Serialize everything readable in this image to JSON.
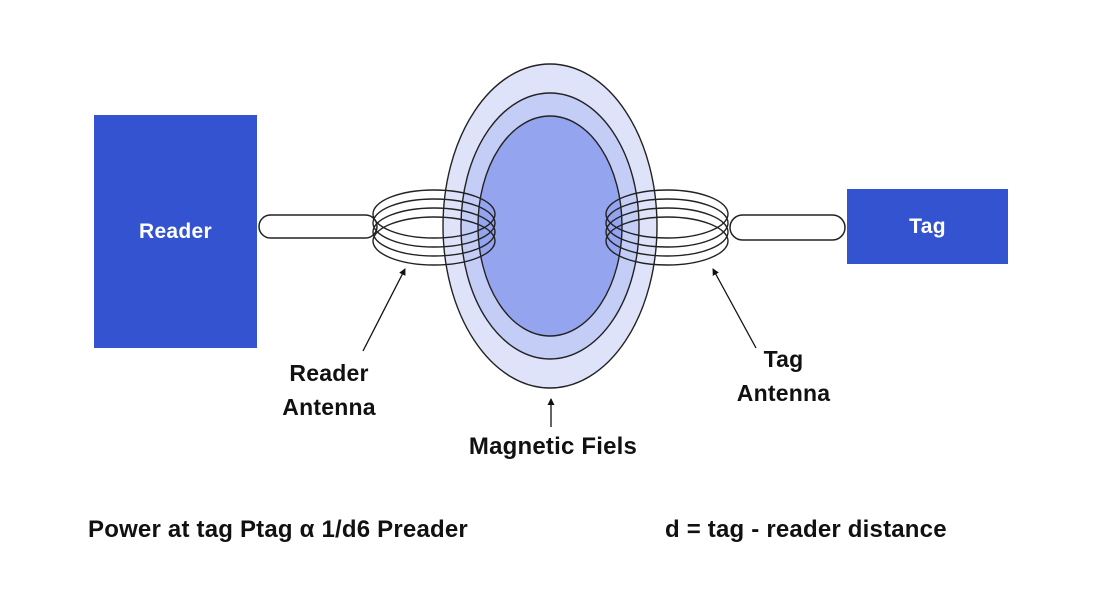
{
  "diagram": {
    "reader_box_label": "Reader",
    "tag_box_label": "Tag",
    "reader_antenna_label_line1": "Reader",
    "reader_antenna_label_line2": "Antenna",
    "tag_antenna_label_line1": "Tag",
    "tag_antenna_label_line2": "Antenna",
    "magnetic_field_label": "Magnetic Fiels"
  },
  "footer": {
    "power_formula": "Power at tag Ptag α 1/d6 Preader",
    "distance_definition": "d = tag - reader distance"
  },
  "colors": {
    "box_blue": "#3453d1",
    "field_outer": "#dee3fa",
    "field_middle": "#c3cdf6",
    "field_inner": "#94a4ee",
    "stroke_dark": "#222222",
    "connector_fill": "#ffffff"
  }
}
